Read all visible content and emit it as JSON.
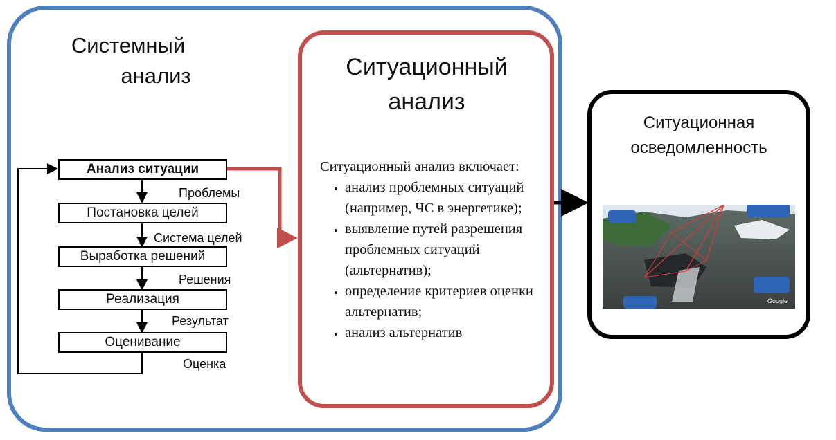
{
  "system_analysis": {
    "title_line1": "Системный",
    "title_line2": "анализ"
  },
  "flow": {
    "steps": [
      {
        "label": "Анализ ситуации"
      },
      {
        "label": "Постановка целей"
      },
      {
        "label": "Выработка решений"
      },
      {
        "label": "Реализация"
      },
      {
        "label": "Оценивание"
      }
    ],
    "outputs": [
      "Проблемы",
      "Система целей",
      "Решения",
      "Результат",
      "Оценка"
    ]
  },
  "situational_analysis": {
    "title_line1": "Ситуационный",
    "title_line2": "анализ",
    "intro": "Ситуационный анализ включает:",
    "items": [
      "анализ проблемных ситуаций (например, ЧС в энергетике);",
      "выявление путей разрешения проблемных ситуаций (альтернатив);",
      "определение критериев оценки альтернатив;",
      "анализ альтернатив"
    ]
  },
  "situational_awareness": {
    "title_line1": "Ситуационная",
    "title_line2": "осведомленность",
    "image_watermark": "Google"
  },
  "colors": {
    "outer_border": "#4f7fbf",
    "situational_border": "#c0504d",
    "awareness_border": "#000000",
    "connector_red": "#c0504d"
  }
}
